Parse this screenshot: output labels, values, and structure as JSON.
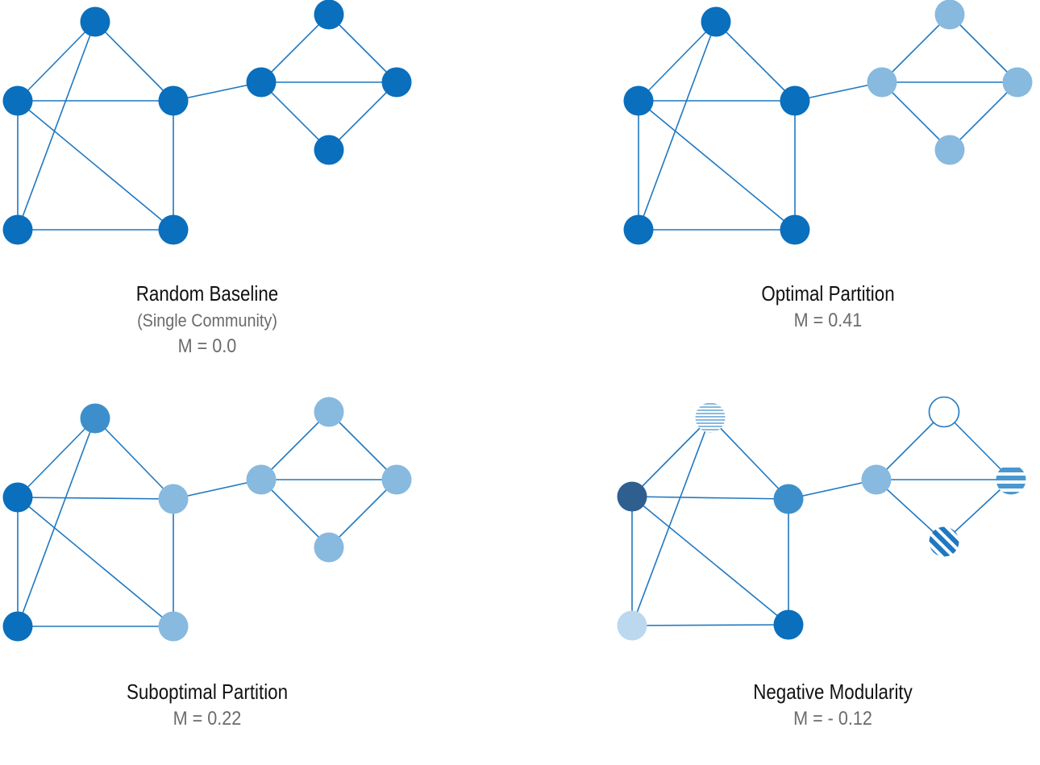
{
  "colors": {
    "edge": "#1f78c1",
    "community_a": "#0a6fbd",
    "community_b": "#88b9de",
    "community_c": "#3d8fcb",
    "community_d": "#2e5f8f",
    "community_e": "#bcd8ee",
    "title_text": "#111111",
    "metric_text": "#6b6b6b"
  },
  "panels": [
    {
      "id": "random-baseline",
      "title": "Random Baseline",
      "subtitle": "(Single  Community)",
      "metric": "M = 0.0",
      "node_fills": [
        "a",
        "a",
        "a",
        "a",
        "a",
        "a",
        "a",
        "a",
        "a"
      ]
    },
    {
      "id": "optimal-partition",
      "title": "Optimal Partition",
      "subtitle": "",
      "metric": "M = 0.41",
      "node_fills": [
        "a",
        "a",
        "a",
        "a",
        "a",
        "b",
        "b",
        "b",
        "b"
      ]
    },
    {
      "id": "suboptimal-partition",
      "title": "Suboptimal Partition",
      "subtitle": "",
      "metric": "M = 0.22",
      "node_fills": [
        "c",
        "a",
        "b",
        "a",
        "b",
        "b",
        "b",
        "b",
        "b"
      ]
    },
    {
      "id": "negative-modularity",
      "title": "Negative Modularity",
      "subtitle": "",
      "metric": "M = - 0.12",
      "node_fills": [
        "hstripe-light",
        "d",
        "c",
        "e",
        "a",
        "b",
        "white",
        "hstripe-bold",
        "diag-stripe"
      ]
    }
  ],
  "graph": {
    "node_count": 9,
    "edges": [
      [
        0,
        1
      ],
      [
        0,
        2
      ],
      [
        0,
        3
      ],
      [
        1,
        3
      ],
      [
        1,
        4
      ],
      [
        2,
        4
      ],
      [
        3,
        4
      ],
      [
        1,
        2
      ],
      [
        2,
        5
      ],
      [
        5,
        6
      ],
      [
        5,
        7
      ],
      [
        5,
        8
      ],
      [
        6,
        7
      ],
      [
        7,
        8
      ]
    ]
  }
}
